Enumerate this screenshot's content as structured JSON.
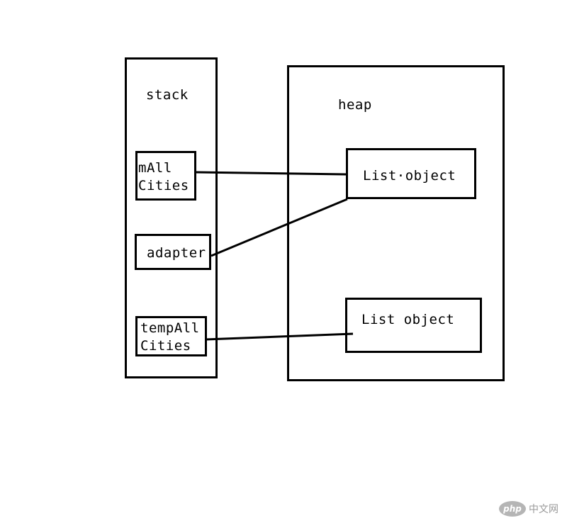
{
  "stack": {
    "title": "stack",
    "items": [
      {
        "lines": [
          "mAll",
          "Cities"
        ]
      },
      {
        "lines": [
          "adapter"
        ]
      },
      {
        "lines": [
          "tempAll",
          "Cities"
        ]
      }
    ]
  },
  "heap": {
    "title": "heap",
    "objects": [
      {
        "label": "List·object"
      },
      {
        "label": "List object"
      }
    ]
  },
  "watermark": {
    "logo": "php",
    "text": "中文网"
  },
  "colors": {
    "line": "#000000",
    "background": "#ffffff"
  }
}
